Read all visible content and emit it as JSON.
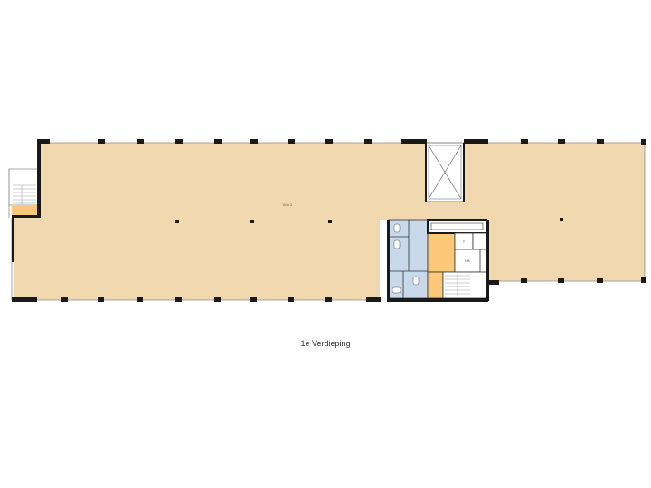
{
  "floor_title": "1e Verdieping",
  "rooms": {
    "main_unit_label": "Unit 2",
    "lift_label": "Lift",
    "small_room_label": "T"
  },
  "colors": {
    "floor": "#f2d8ae",
    "service": "#fac878",
    "sanitary": "#c7d9ea",
    "wall": "#1a1a1a",
    "window": "#8a8a8a"
  }
}
